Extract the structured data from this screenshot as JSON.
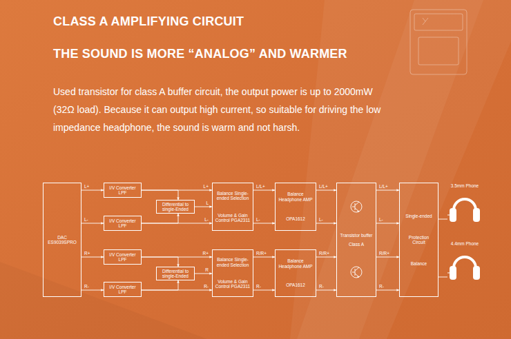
{
  "diagram": {
    "title": "CLASS A AMPLIFYING CIRCUIT",
    "caption": "Used transistor for class A buffer circuit, the output power is up to 2000mW (32Ω load). Because it can output high current, so suitable for driving the low impedance headphone, the sound is warm and not harsh.",
    "nodes": [
      {
        "text": [
          "DAC ES9039SPRO"
        ]
      },
      {
        "text": [
          "I/V Converter LPF"
        ]
      },
      {
        "text": [
          "Differential to single-Ended"
        ]
      },
      {
        "text": [
          "I/V Converter LPF"
        ]
      },
      {
        "text": [
          "Balance Single-ended Selection",
          "Volume & Gain Control PGA2311"
        ]
      },
      {
        "text": [
          "Balance Headphone AMP",
          "OPA1612"
        ]
      },
      {
        "text": [
          "Transistor buffer",
          "Class A"
        ]
      },
      {
        "text": [
          "Single-ended",
          "Protection Circuit",
          "Balance"
        ]
      },
      {
        "text": [
          "I/V Converter LPF"
        ]
      },
      {
        "text": [
          "Differential to single-Ended"
        ]
      },
      {
        "text": [
          "I/V Converter LPF"
        ]
      },
      {
        "text": [
          "Balance Single-ended Selection",
          "Volume & Gain Control PGA2311"
        ]
      },
      {
        "text": [
          "Balance Headphone AMP",
          "OPA1612"
        ]
      },
      {
        "text": [
          "3.5mm Phone"
        ]
      },
      {
        "text": [
          "4.4mm Phone"
        ]
      }
    ],
    "edges": [
      {
        "from": 0,
        "to": 1,
        "arrow": "to",
        "label": "L+"
      },
      {
        "from": 0,
        "to": 3,
        "arrow": "to",
        "label": "L-"
      },
      {
        "from": 1,
        "to": 4,
        "arrow": "to",
        "label": "L+"
      },
      {
        "from": 1,
        "to": 2,
        "arrow": "to"
      },
      {
        "from": 3,
        "to": 4,
        "arrow": "to",
        "label": "L-"
      },
      {
        "from": 3,
        "to": 2,
        "arrow": "to"
      },
      {
        "from": 2,
        "to": 4,
        "arrow": "to",
        "label": "L"
      },
      {
        "from": 4,
        "to": 5,
        "arrow": "to",
        "label": "L/L+"
      },
      {
        "from": 4,
        "to": 5,
        "arrow": "to",
        "label": "L-"
      },
      {
        "from": 5,
        "to": 6,
        "arrow": "to",
        "label": "L/L+"
      },
      {
        "from": 5,
        "to": 6,
        "arrow": "to",
        "label": "L-"
      },
      {
        "from": 6,
        "to": 7,
        "arrow": "to",
        "label": "L/L+"
      },
      {
        "from": 6,
        "to": 7,
        "arrow": "to",
        "label": "L-"
      },
      {
        "from": 0,
        "to": 8,
        "arrow": "to",
        "label": "R+"
      },
      {
        "from": 0,
        "to": 10,
        "arrow": "to",
        "label": "R-"
      },
      {
        "from": 8,
        "to": 11,
        "arrow": "to",
        "label": "R+"
      },
      {
        "from": 8,
        "to": 9,
        "arrow": "to"
      },
      {
        "from": 10,
        "to": 11,
        "arrow": "to",
        "label": "R-"
      },
      {
        "from": 10,
        "to": 9,
        "arrow": "to"
      },
      {
        "from": 9,
        "to": 11,
        "arrow": "to",
        "label": "R"
      },
      {
        "from": 11,
        "to": 12,
        "arrow": "to",
        "label": "R/R+"
      },
      {
        "from": 11,
        "to": 12,
        "arrow": "to",
        "label": "R-"
      },
      {
        "from": 12,
        "to": 6,
        "arrow": "to",
        "label": "R/R+"
      },
      {
        "from": 12,
        "to": 6,
        "arrow": "to",
        "label": "R-"
      },
      {
        "from": 6,
        "to": 7,
        "arrow": "to",
        "label": "R/R+"
      },
      {
        "from": 6,
        "to": 7,
        "arrow": "to",
        "label": "R-"
      },
      {
        "from": 7,
        "to": 13,
        "arrow": "none"
      },
      {
        "from": 7,
        "to": 14,
        "arrow": "none"
      }
    ],
    "labels": [
      "THE SOUND IS MORE “ANALOG” AND WARMER"
    ]
  }
}
